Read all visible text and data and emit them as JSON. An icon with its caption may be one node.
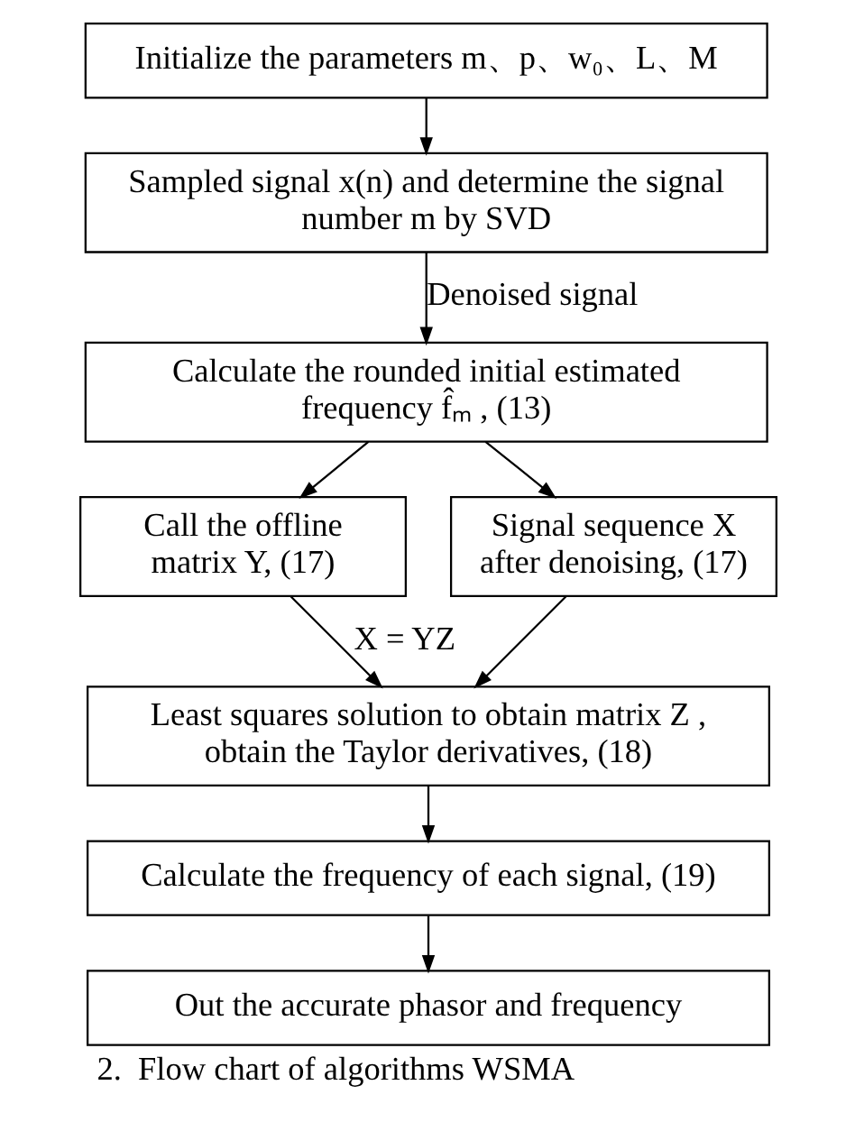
{
  "diagram": {
    "caption": "2.  Flow chart of algorithms WSMA",
    "nodes": [
      {
        "text": [
          "Initialize the parameters m、p、w₀、L、M"
        ]
      },
      {
        "text": [
          "Sampled signal x(n) and determine the signal number m by SVD"
        ]
      },
      {
        "text": [
          "Calculate the rounded initial estimated frequency f̂ₘ , (13)"
        ]
      },
      {
        "text": [
          "Call the offline matrix Y, (17)"
        ]
      },
      {
        "text": [
          "Signal sequence X after denoising, (17)"
        ]
      },
      {
        "text": [
          "Least squares solution to obtain matrix Z , obtain the Taylor derivatives, (18)"
        ]
      },
      {
        "text": [
          "Calculate the frequency of each signal, (19)"
        ]
      },
      {
        "text": [
          "Out the accurate phasor and frequency"
        ]
      }
    ],
    "edges": [
      {
        "from": 0,
        "to": 1,
        "arrow": "to"
      },
      {
        "from": 1,
        "to": 2,
        "arrow": "to",
        "label": "Denoised signal"
      },
      {
        "from": 2,
        "to": 3,
        "arrow": "to"
      },
      {
        "from": 2,
        "to": 4,
        "arrow": "to"
      },
      {
        "from": 3,
        "to": 5,
        "arrow": "to",
        "label": "X = YZ"
      },
      {
        "from": 4,
        "to": 5,
        "arrow": "to"
      },
      {
        "from": 5,
        "to": 6,
        "arrow": "to"
      },
      {
        "from": 6,
        "to": 7,
        "arrow": "to"
      }
    ]
  }
}
